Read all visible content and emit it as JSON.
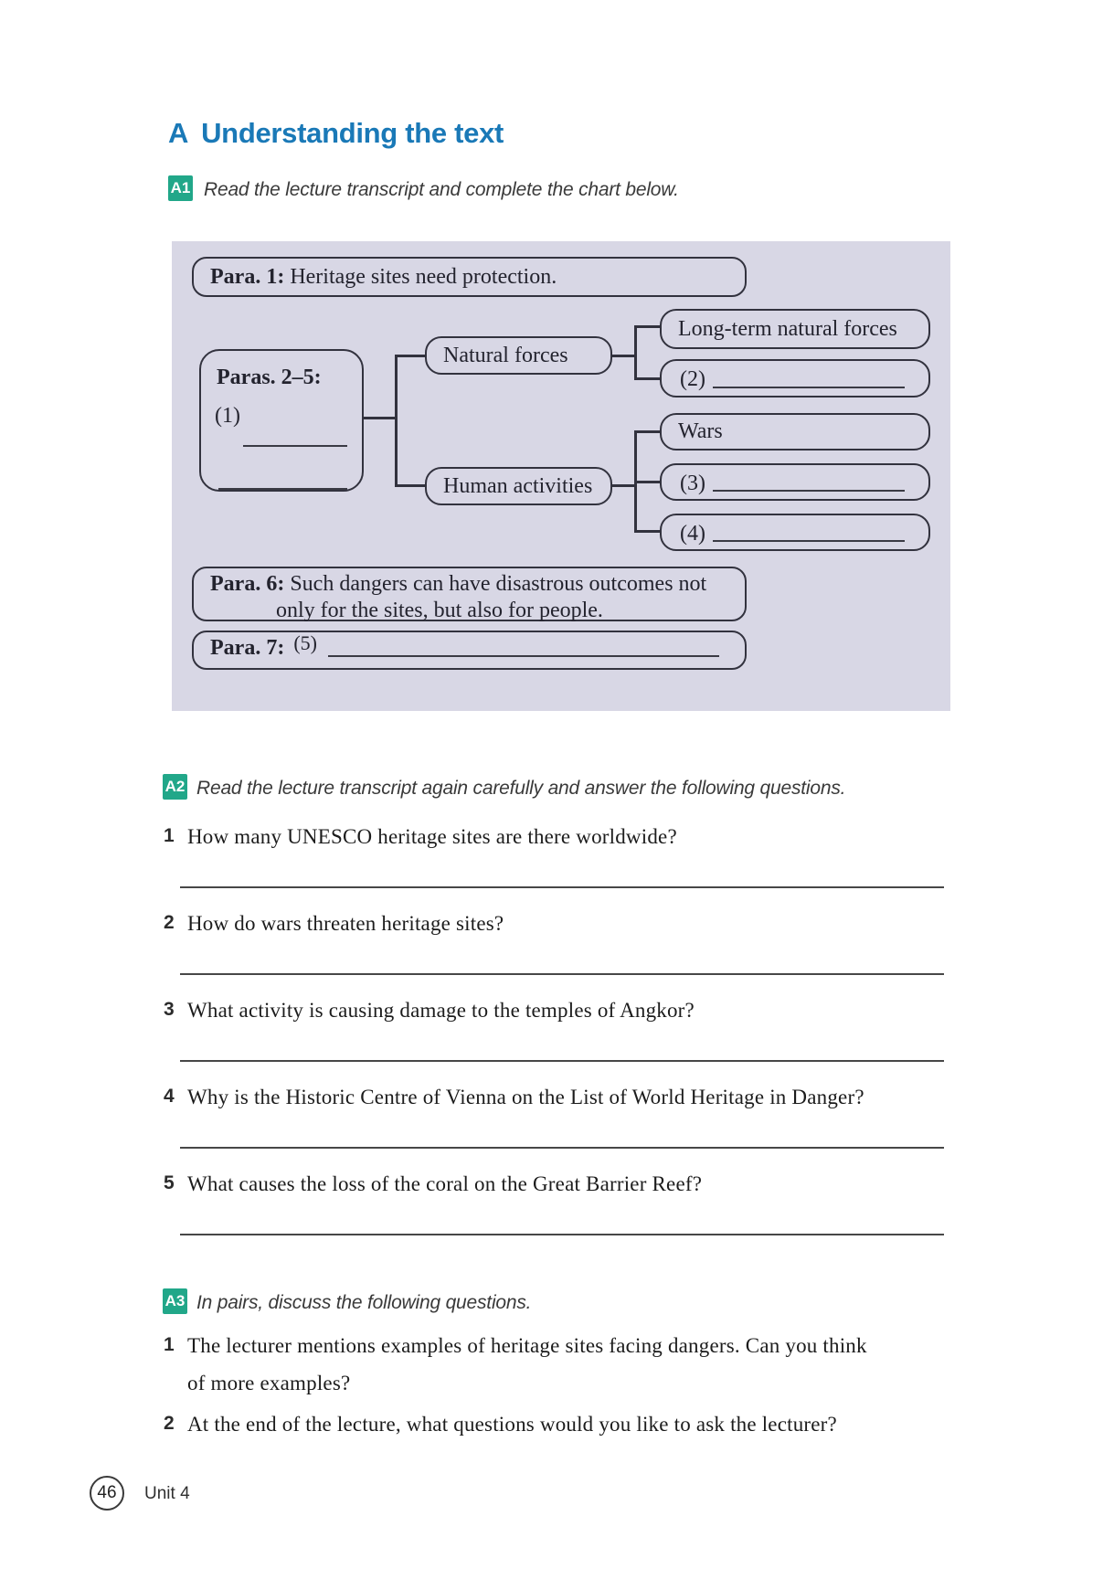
{
  "colors": {
    "accent_blue": "#1a79b7",
    "badge_teal": "#21a789",
    "panel_bg": "#d8d7e5",
    "ink": "#32323e"
  },
  "header": {
    "section_letter": "A",
    "section_title": "Understanding the text"
  },
  "a1": {
    "badge": "A1",
    "instruction": "Read the lecture transcript and complete the chart below."
  },
  "chart": {
    "para1": {
      "label": "Para. 1:",
      "text": "Heritage sites need protection."
    },
    "paras25": {
      "label": "Paras. 2–5:",
      "num": "(1)"
    },
    "natural": "Natural forces",
    "human": "Human activities",
    "long_term": "Long-term natural forces",
    "num2": "(2)",
    "wars": "Wars",
    "num3": "(3)",
    "num4": "(4)",
    "para6": {
      "label": "Para. 6:",
      "line1": "Such dangers can have disastrous outcomes not",
      "line2": "only for the sites, but also for people."
    },
    "para7": {
      "label": "Para. 7:",
      "num": "(5)"
    }
  },
  "a2": {
    "badge": "A2",
    "instruction": "Read the lecture transcript again carefully and answer the following questions.",
    "questions": [
      {
        "num": "1",
        "text": "How many UNESCO heritage sites are there worldwide?"
      },
      {
        "num": "2",
        "text": "How do wars threaten heritage sites?"
      },
      {
        "num": "3",
        "text": "What activity is causing damage to the temples of Angkor?"
      },
      {
        "num": "4",
        "text": "Why is the Historic Centre of Vienna on the List of World Heritage in Danger?"
      },
      {
        "num": "5",
        "text": "What causes the loss of the coral on the Great Barrier Reef?"
      }
    ]
  },
  "a3": {
    "badge": "A3",
    "instruction": "In pairs, discuss the following questions.",
    "items": [
      {
        "num": "1",
        "line1": "The lecturer mentions examples of heritage sites facing dangers. Can you think",
        "line2": "of more examples?"
      },
      {
        "num": "2",
        "line1": "At the end of the lecture, what questions would you like to ask the lecturer?",
        "line2": ""
      }
    ]
  },
  "footer": {
    "page_number": "46",
    "unit": "Unit 4"
  }
}
